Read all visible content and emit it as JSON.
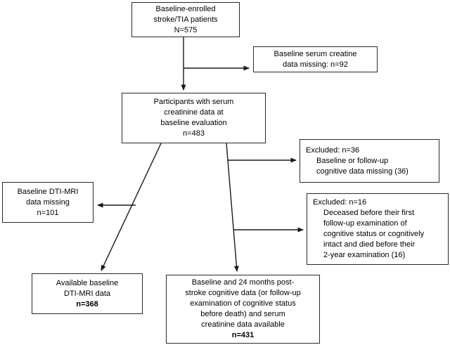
{
  "figure": {
    "boxes": {
      "enrolled": {
        "lines": [
          "Baseline-enrolled",
          "stroke/TIA patients",
          "N=575"
        ]
      },
      "serum_missing": {
        "lines": [
          "Baseline serum creatine",
          "data missing: n=92"
        ]
      },
      "participants": {
        "lines": [
          "Participants with serum",
          "creatinine data at",
          "baseline evaluation",
          "n=483"
        ]
      },
      "excluded_cognitive": {
        "heading": "Excluded: n=36",
        "details": [
          "Baseline or follow-up",
          "cognitive data missing (36)"
        ]
      },
      "dti_missing": {
        "lines": [
          "Baseline DTI-MRI",
          "data missing",
          "n=101"
        ]
      },
      "excluded_deceased": {
        "heading": "Excluded: n=16",
        "details": [
          "Deceased before their first",
          "follow-up examination of",
          "cognitive status or cognitively",
          "intact and died before their",
          "2-year examination (16)"
        ]
      },
      "dti_available": {
        "lines": [
          "Available baseline",
          "DTI-MRI data"
        ],
        "count": "n=368"
      },
      "final_sample": {
        "lines": [
          "Baseline and 24 months post-",
          "stroke cognitive data (or follow-up",
          "examination of cognitive status",
          "before death) and serum",
          "creatinine data available"
        ],
        "count": "n=431"
      }
    },
    "colors": {
      "line": "#1a1a1a",
      "border": "#2a2a2a",
      "text": "#000000",
      "background": "#ffffff"
    }
  }
}
